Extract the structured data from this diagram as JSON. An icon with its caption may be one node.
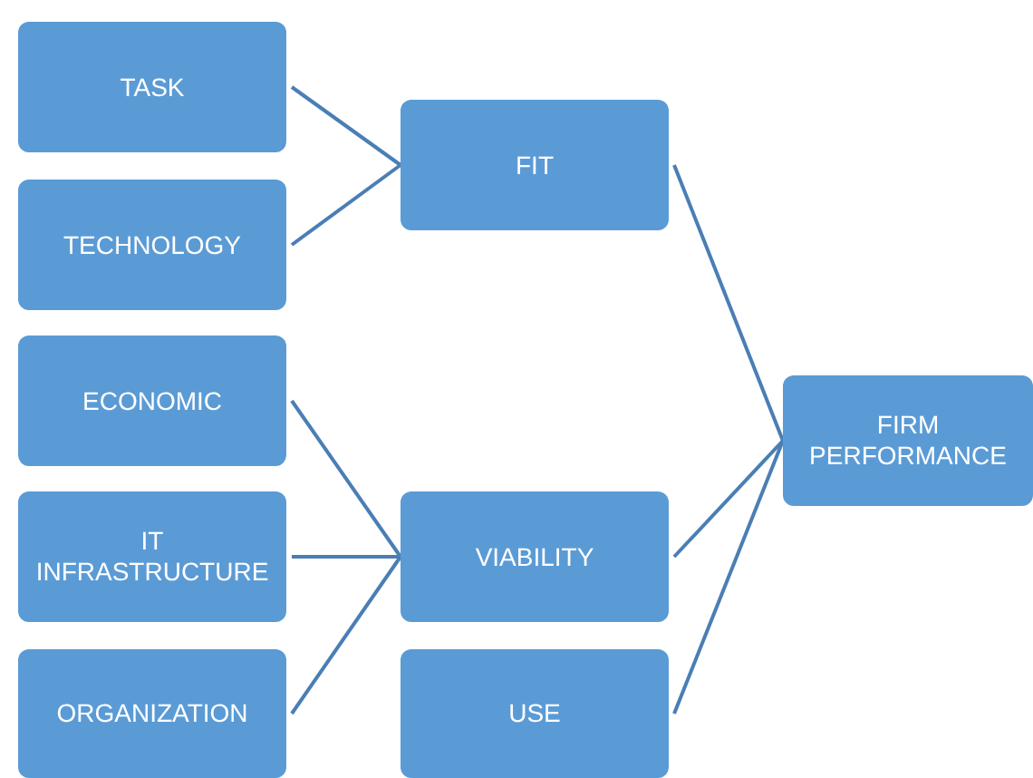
{
  "diagram": {
    "nodes": [
      {
        "text": [
          "TASK"
        ]
      },
      {
        "text": [
          "TECHNOLOGY"
        ]
      },
      {
        "text": [
          "ECONOMIC"
        ]
      },
      {
        "text": [
          "IT INFRASTRUCTURE"
        ]
      },
      {
        "text": [
          "ORGANIZATION"
        ]
      },
      {
        "text": [
          "FIT"
        ]
      },
      {
        "text": [
          "VIABILITY"
        ]
      },
      {
        "text": [
          "USE"
        ]
      },
      {
        "text": [
          "FIRM PERFORMANCE"
        ]
      }
    ],
    "edges": [
      {
        "from": 0,
        "to": 5,
        "arrow": "none"
      },
      {
        "from": 1,
        "to": 5,
        "arrow": "none"
      },
      {
        "from": 2,
        "to": 6,
        "arrow": "none"
      },
      {
        "from": 3,
        "to": 6,
        "arrow": "none"
      },
      {
        "from": 4,
        "to": 6,
        "arrow": "none"
      },
      {
        "from": 5,
        "to": 8,
        "arrow": "none"
      },
      {
        "from": 6,
        "to": 8,
        "arrow": "none"
      },
      {
        "from": 7,
        "to": 8,
        "arrow": "none"
      }
    ]
  }
}
